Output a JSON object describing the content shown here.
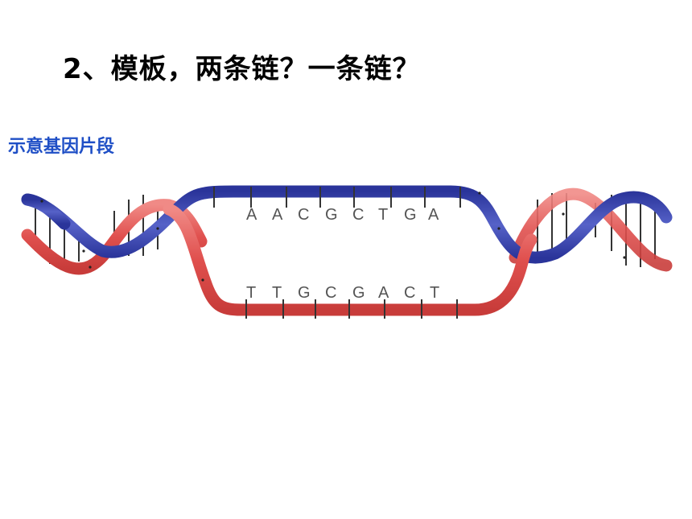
{
  "title": "2、模板，两条链？一条链？",
  "subtitle": "示意基因片段",
  "upper_strand": [
    "A",
    "A",
    "C",
    "G",
    "C",
    "T",
    "G",
    "A"
  ],
  "lower_strand": [
    "T",
    "T",
    "G",
    "C",
    "G",
    "A",
    "C",
    "T"
  ],
  "colors": {
    "upper_strand": "#3b47b0",
    "lower_strand": "#e0504e",
    "rungs": "#333333",
    "subtitle": "#1f4fc6"
  }
}
